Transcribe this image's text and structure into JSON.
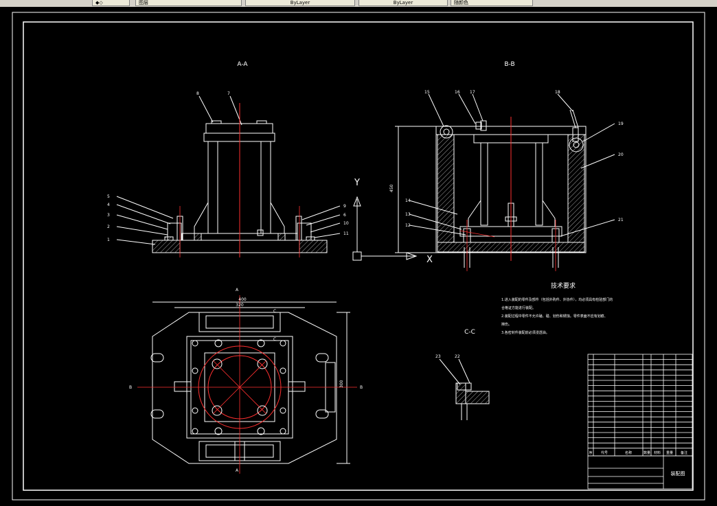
{
  "toolbar": {
    "layer_box": "图层",
    "color_box": "ByLayer",
    "linetype_box": "ByLayer",
    "lineweight_box": "随颜色"
  },
  "drawing": {
    "view_aa_label": "A-A",
    "view_bb_label": "B-B",
    "view_cc_label": "C-C",
    "section_a_mark": "A",
    "section_b_mark": "B",
    "section_c_mark": "C",
    "axis_y": "Y",
    "axis_x": "X",
    "tech_title": "技术要求",
    "tech_notes": [
      "1.进入装配的零件及部件（包括外购件、外协件），均必须具有检验部门的",
      "合格证方能进行装配。",
      "2.装配过程中零件不允许磕、碰、划伤和锈蚀。零件表面不应有划痕、",
      "擦伤。",
      "3.各密封件装配前必须浸透油。"
    ],
    "dims": {
      "bottom_width": "400",
      "bottom_inner": "320",
      "bottom_side": "300",
      "bb_height": "450"
    },
    "balloons_aa_left": [
      "5",
      "4",
      "3",
      "2",
      "1"
    ],
    "balloons_aa_top": [
      "8",
      "7"
    ],
    "balloons_aa_right": [
      "9",
      "6",
      "10",
      "11"
    ],
    "balloons_bb_top": [
      "15",
      "16",
      "17",
      "18"
    ],
    "balloons_bb_right": [
      "19",
      "20",
      "21"
    ],
    "balloons_bb_left": [
      "14",
      "13",
      "12"
    ],
    "balloons_cc": [
      "23",
      "22"
    ],
    "title_block": {
      "header": [
        "序",
        "代号",
        "名称",
        "数量",
        "材料",
        "重量",
        "备注"
      ],
      "drawing_name": "装配图"
    }
  },
  "colors": {
    "white": "#ffffff",
    "red": "#ff3030",
    "hatch": "#cfcfcf"
  }
}
